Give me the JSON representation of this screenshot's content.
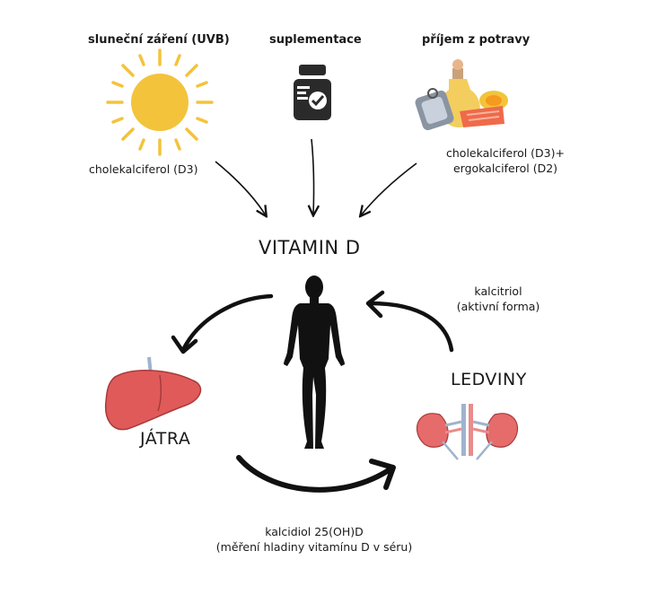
{
  "sources": {
    "sun_label": "sluneční záření (UVB)",
    "supplement_label": "suplementace",
    "food_label": "příjem z potravy",
    "sun_product": "cholekalciferol (D3)",
    "food_product_line1": "cholekalciferol (D3)+",
    "food_product_line2": "ergokalciferol (D2)"
  },
  "center": {
    "title": "VITAMIN D"
  },
  "organs": {
    "liver": "JÁTRA",
    "kidneys": "LEDVINY"
  },
  "metabolites": {
    "calcitriol_line1": "kalcitriol",
    "calcitriol_line2": "(aktivní forma)",
    "calcidiol_line1": "kalcidiol 25(OH)D",
    "calcidiol_line2": "(měření hladiny vitamínu D v séru)"
  },
  "icons": [
    "sun-icon",
    "supplement-bottle-icon",
    "food-icon",
    "human-silhouette-icon",
    "liver-icon",
    "kidneys-icon"
  ],
  "colors": {
    "sun": "#f3c33c",
    "bottle": "#2a2a2a",
    "liver": "#e05a5a",
    "kidney": "#e66b6b",
    "vessel": "#9fb3cc",
    "arrow": "#111111"
  }
}
